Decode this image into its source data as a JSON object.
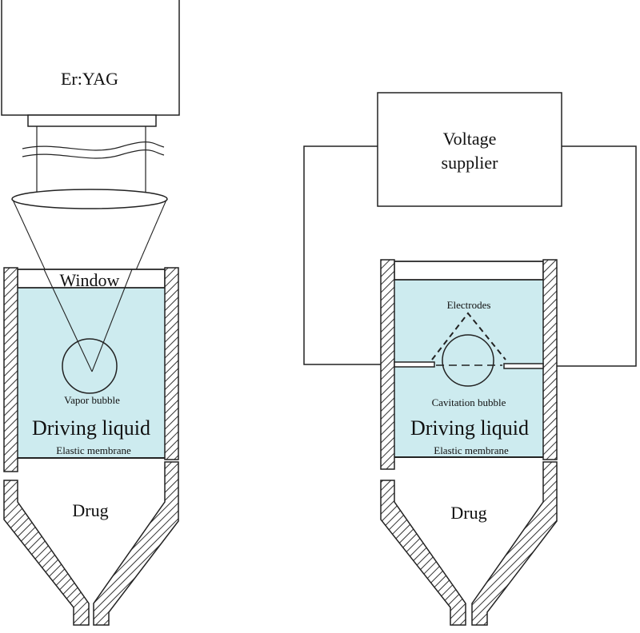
{
  "colors": {
    "liquid": "#cdebef",
    "stroke": "#222222",
    "hatch": "#333333",
    "background": "#ffffff"
  },
  "left": {
    "laser_label": "Er:YAG",
    "window_label": "Window",
    "bubble_label": "Vapor bubble",
    "liquid_label": "Driving liquid",
    "membrane_label": "Elastic membrane",
    "drug_label": "Drug"
  },
  "right": {
    "supplier_line1": "Voltage",
    "supplier_line2": "supplier",
    "electrodes_label": "Electrodes",
    "bubble_label": "Cavitation bubble",
    "liquid_label": "Driving liquid",
    "membrane_label": "Elastic membrane",
    "drug_label": "Drug"
  }
}
